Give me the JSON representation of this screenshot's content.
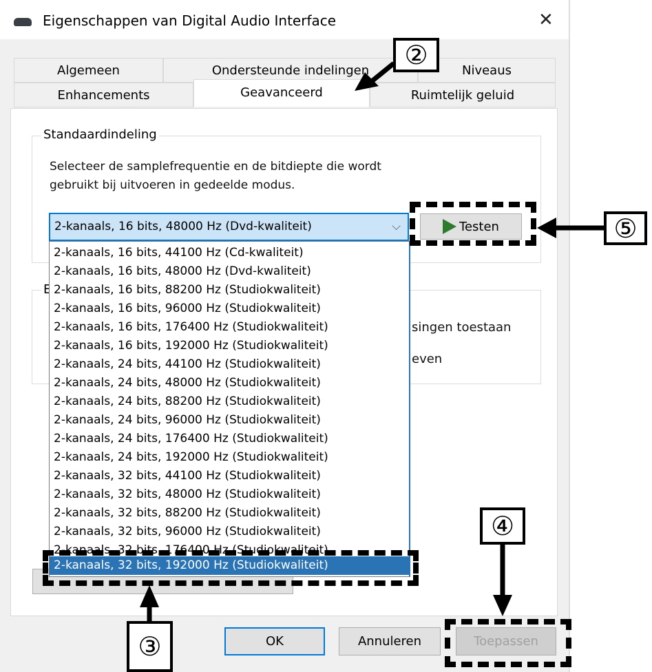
{
  "window": {
    "title": "Eigenschappen van Digital Audio Interface",
    "close": "✕"
  },
  "tabs": {
    "row1": [
      "Algemeen",
      "Ondersteunde indelingen",
      "Niveaus"
    ],
    "row2": [
      "Enhancements",
      "Geavanceerd",
      "Ruimtelijk geluid"
    ],
    "active": "Geavanceerd"
  },
  "default_format": {
    "group_label": "Standaardindeling",
    "description_line1": "Selecteer de samplefrequentie en de bitdiepte die wordt",
    "description_line2": "gebruikt bij uitvoeren in gedeelde modus.",
    "selected": "2-kanaals, 16 bits, 48000 Hz (Dvd-kwaliteit)",
    "test_button": "Testen",
    "options": [
      "2-kanaals, 16 bits, 44100 Hz (Cd-kwaliteit)",
      "2-kanaals, 16 bits, 48000 Hz (Dvd-kwaliteit)",
      "2-kanaals, 16 bits, 88200 Hz (Studiokwaliteit)",
      "2-kanaals, 16 bits, 96000 Hz (Studiokwaliteit)",
      "2-kanaals, 16 bits, 176400 Hz (Studiokwaliteit)",
      "2-kanaals, 16 bits, 192000 Hz (Studiokwaliteit)",
      "2-kanaals, 24 bits, 44100 Hz (Studiokwaliteit)",
      "2-kanaals, 24 bits, 48000 Hz (Studiokwaliteit)",
      "2-kanaals, 24 bits, 88200 Hz (Studiokwaliteit)",
      "2-kanaals, 24 bits, 96000 Hz (Studiokwaliteit)",
      "2-kanaals, 24 bits, 176400 Hz (Studiokwaliteit)",
      "2-kanaals, 24 bits, 192000 Hz (Studiokwaliteit)",
      "2-kanaals, 32 bits, 44100 Hz (Studiokwaliteit)",
      "2-kanaals, 32 bits, 48000 Hz (Studiokwaliteit)",
      "2-kanaals, 32 bits, 88200 Hz (Studiokwaliteit)",
      "2-kanaals, 32 bits, 96000 Hz (Studiokwaliteit)",
      "2-kanaals, 32 bits, 176400 Hz (Studiokwaliteit)"
    ],
    "highlighted_option": "2-kanaals, 32 bits, 192000 Hz (Studiokwaliteit)"
  },
  "exclusive_group": {
    "label_visible": "E",
    "text1_visible": "singen toestaan",
    "text2_visible": "even"
  },
  "buttons": {
    "ok": "OK",
    "cancel": "Annuleren",
    "apply": "Toepassen"
  },
  "annotations": {
    "step2": "②",
    "step3": "③",
    "step4": "④",
    "step5": "⑤"
  },
  "colors": {
    "highlight": "#2a74b5",
    "combo_bg": "#cce4f7",
    "accent": "#0078d7"
  }
}
